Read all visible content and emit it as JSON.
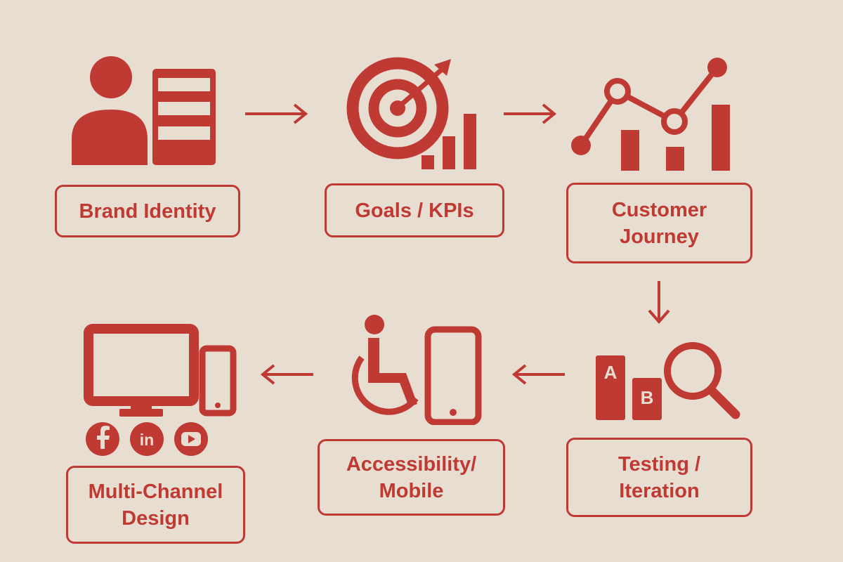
{
  "accent_color": "#bf3a33",
  "background_color": "#e8ddd1",
  "steps": [
    {
      "label": "Brand Identity",
      "icon": "brand-identity-icon"
    },
    {
      "label": "Goals / KPIs",
      "icon": "target-chart-icon"
    },
    {
      "label_line1": "Customer",
      "label_line2": "Journey",
      "icon": "line-bar-chart-icon"
    },
    {
      "label_line1": "Testing /",
      "label_line2": "Iteration",
      "icon": "ab-test-magnifier-icon"
    },
    {
      "label_line1": "Accessibility/",
      "label_line2": "Mobile",
      "icon": "accessibility-mobile-icon"
    },
    {
      "label_line1": "Multi-Channel",
      "label_line2": "Design",
      "icon": "multi-device-icon"
    }
  ],
  "ab_labels": {
    "a": "A",
    "b": "B"
  },
  "social_icons": {
    "linkedin": "in"
  }
}
